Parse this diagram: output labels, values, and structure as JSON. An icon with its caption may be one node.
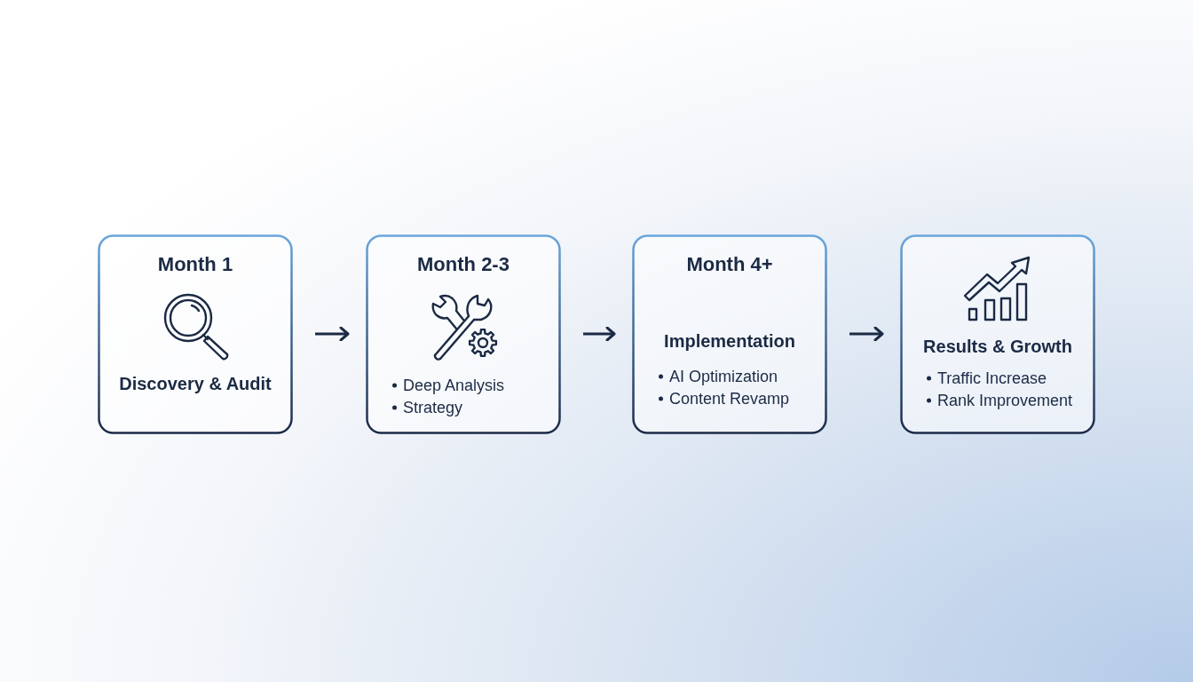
{
  "diagram": {
    "nodes": [
      {
        "text": [
          "Month 1",
          "Discovery & Audit"
        ]
      },
      {
        "text": [
          "Month 2-3",
          "Deep Analysis",
          "Strategy"
        ]
      },
      {
        "text": [
          "Month 4+",
          "Implementation",
          "AI Optimization",
          "Content Revamp"
        ]
      },
      {
        "text": [
          "Results & Growth",
          "Traffic Increase",
          "Rank Improvement"
        ]
      }
    ],
    "edges": [
      {
        "from": 0,
        "to": 1,
        "arrow": "to"
      },
      {
        "from": 1,
        "to": 2,
        "arrow": "to"
      },
      {
        "from": 2,
        "to": 3,
        "arrow": "to"
      }
    ]
  }
}
